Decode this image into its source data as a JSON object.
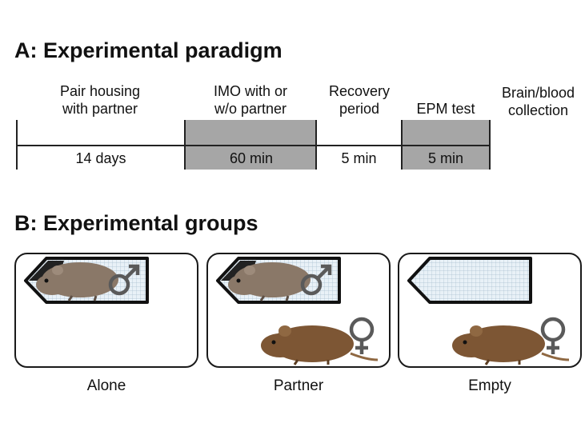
{
  "section_a": {
    "title": "A: Experimental paradigm",
    "phases": [
      {
        "label_line1": "Pair housing",
        "label_line2": "with partner",
        "duration": "14 days",
        "shaded": false
      },
      {
        "label_line1": "IMO with or",
        "label_line2": "w/o partner",
        "duration": "60 min",
        "shaded": true
      },
      {
        "label_line1": "Recovery",
        "label_line2": "period",
        "duration": "5 min",
        "shaded": false
      },
      {
        "label_line1": "EPM test",
        "label_line2": "",
        "duration": "5 min",
        "shaded": true
      }
    ],
    "final_step": {
      "label_line1": "Brain/blood",
      "label_line2": "collection"
    }
  },
  "section_b": {
    "title": "B: Experimental groups",
    "groups": [
      {
        "caption": "Alone",
        "restrained": "male-vole",
        "free": "none"
      },
      {
        "caption": "Partner",
        "restrained": "male-vole",
        "free": "female-vole"
      },
      {
        "caption": "Empty",
        "restrained": "empty-tube",
        "free": "female-vole"
      }
    ]
  },
  "colors": {
    "phase_fill": "#a6a6a6",
    "vole_restrained": "#8a7868",
    "vole_free": "#7d5634",
    "sex_symbol": "#5a5a5a",
    "tube_mesh": "#9fb8cc"
  }
}
